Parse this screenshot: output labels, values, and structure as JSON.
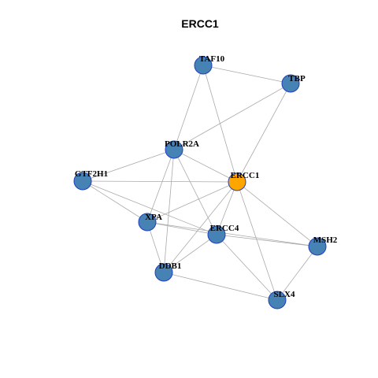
{
  "graph": {
    "title": "ERCC1",
    "colors": {
      "hub": "#FFA500",
      "node": "#4682B4",
      "border": "#1F3FBF",
      "edge": "#AAAAAA"
    },
    "nodes": [
      {
        "id": "TAF10",
        "label": "TAF10",
        "role": "node"
      },
      {
        "id": "TBP",
        "label": "TBP",
        "role": "node"
      },
      {
        "id": "POLR2A",
        "label": "POLR2A",
        "role": "node"
      },
      {
        "id": "GTF2H1",
        "label": "GTF2H1",
        "role": "node"
      },
      {
        "id": "ERCC1",
        "label": "ERCC1",
        "role": "hub"
      },
      {
        "id": "XPA",
        "label": "XPA",
        "role": "node"
      },
      {
        "id": "ERCC4",
        "label": "ERCC4",
        "role": "node"
      },
      {
        "id": "MSH2",
        "label": "MSH2",
        "role": "node"
      },
      {
        "id": "DDB1",
        "label": "DDB1",
        "role": "node"
      },
      {
        "id": "SLX4",
        "label": "SLX4",
        "role": "node"
      }
    ],
    "edges": [
      [
        "TAF10",
        "TBP"
      ],
      [
        "TAF10",
        "POLR2A"
      ],
      [
        "TAF10",
        "ERCC1"
      ],
      [
        "TBP",
        "POLR2A"
      ],
      [
        "TBP",
        "ERCC1"
      ],
      [
        "POLR2A",
        "GTF2H1"
      ],
      [
        "POLR2A",
        "ERCC1"
      ],
      [
        "POLR2A",
        "XPA"
      ],
      [
        "POLR2A",
        "DDB1"
      ],
      [
        "POLR2A",
        "ERCC4"
      ],
      [
        "GTF2H1",
        "ERCC1"
      ],
      [
        "GTF2H1",
        "XPA"
      ],
      [
        "GTF2H1",
        "ERCC4"
      ],
      [
        "ERCC1",
        "XPA"
      ],
      [
        "ERCC1",
        "ERCC4"
      ],
      [
        "ERCC1",
        "DDB1"
      ],
      [
        "ERCC1",
        "MSH2"
      ],
      [
        "ERCC1",
        "SLX4"
      ],
      [
        "XPA",
        "ERCC4"
      ],
      [
        "XPA",
        "DDB1"
      ],
      [
        "XPA",
        "MSH2"
      ],
      [
        "ERCC4",
        "DDB1"
      ],
      [
        "ERCC4",
        "MSH2"
      ],
      [
        "ERCC4",
        "SLX4"
      ],
      [
        "MSH2",
        "SLX4"
      ],
      [
        "DDB1",
        "SLX4"
      ]
    ]
  }
}
